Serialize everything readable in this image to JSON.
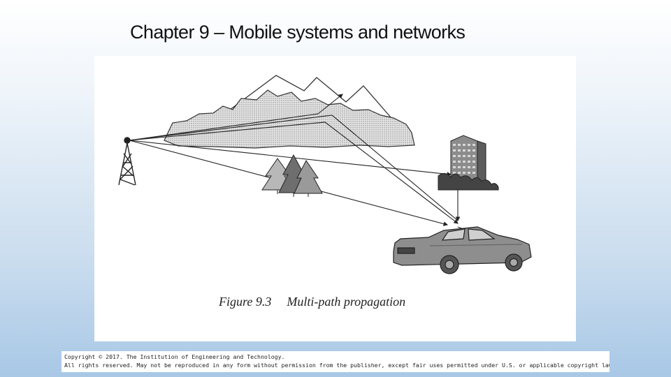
{
  "slide": {
    "title": "Chapter 9 – Mobile systems and networks"
  },
  "figure": {
    "number": "Figure 9.3",
    "caption": "Multi-path propagation",
    "elements": [
      "tower-icon",
      "mountain-icon",
      "trees-icon",
      "building-icon",
      "car-icon"
    ]
  },
  "copyright": {
    "line1": "Copyright © 2017. The Institution of Engineering and Technology.",
    "line2": "All rights reserved. May not be reproduced in any form without permission from the publisher, except fair uses permitted under U.S. or applicable copyright law."
  }
}
